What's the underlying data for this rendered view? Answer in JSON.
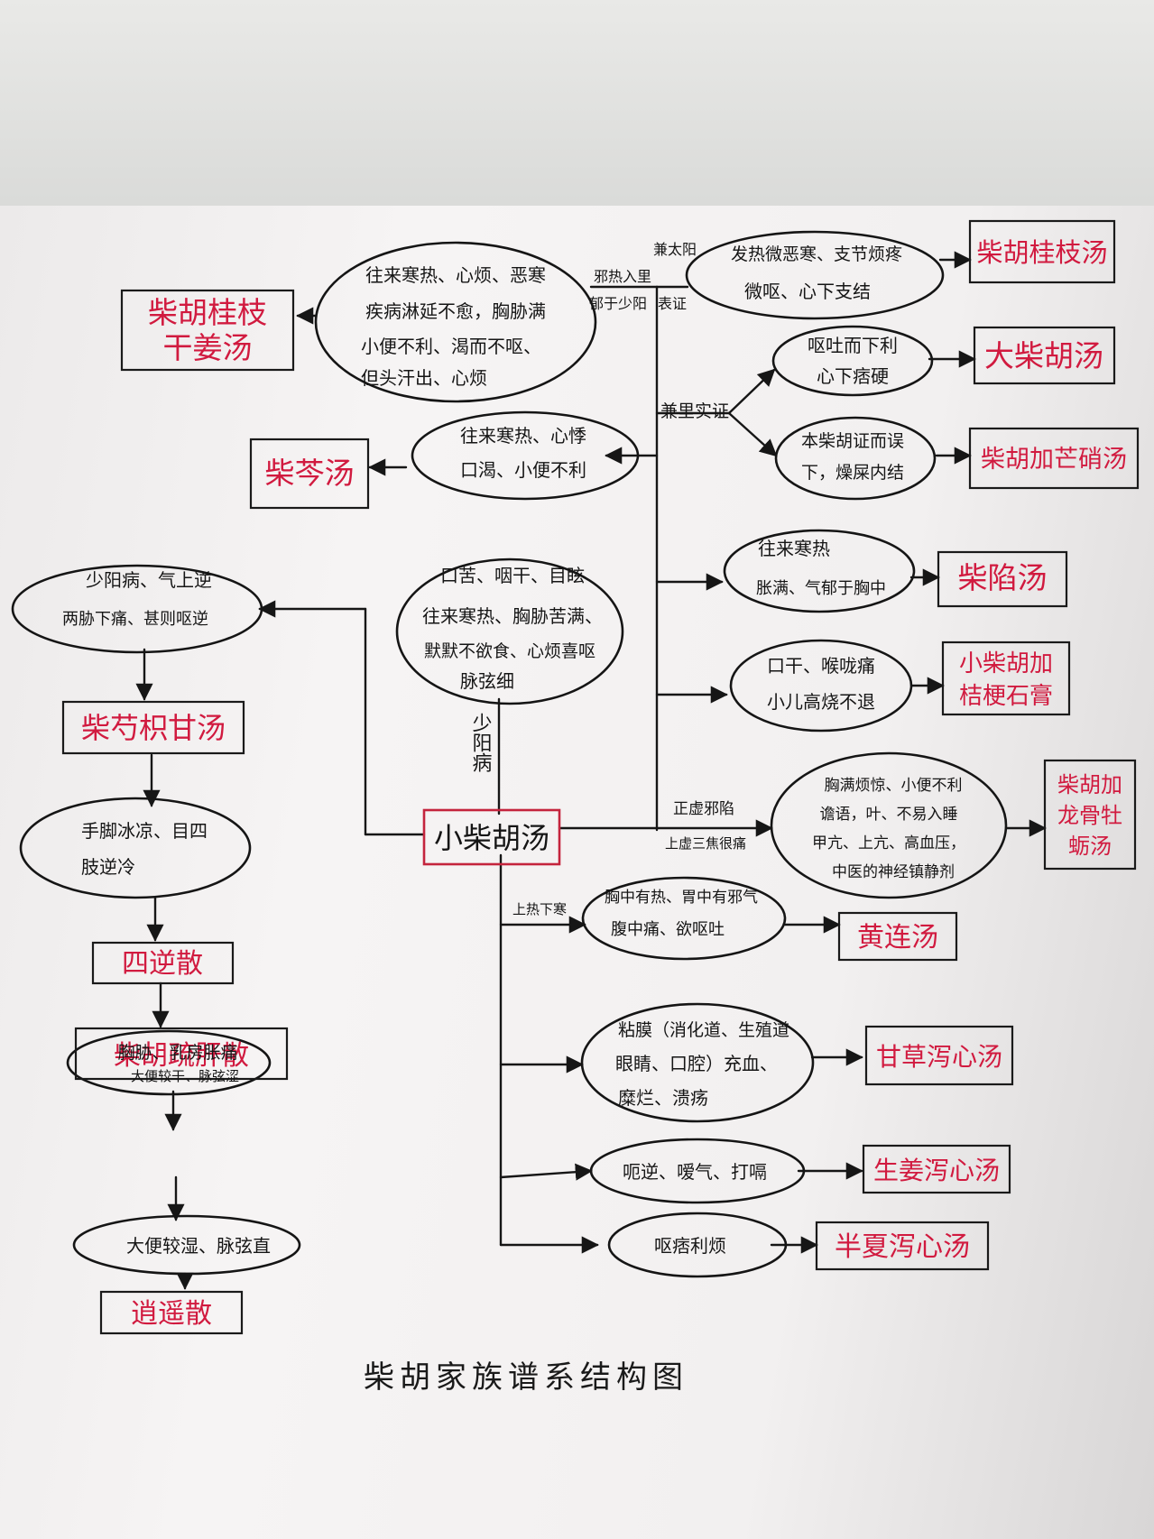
{
  "title": "柴胡家族谱系结构图",
  "center": "小柴胡汤",
  "center_symptoms": [
    "口苦、咽干、目眩",
    "往来寒热、胸胁苦满、",
    "默默不欲食、心烦喜呕",
    "脉弦细"
  ],
  "shaoyang_label": "少阳病",
  "branch_labels": {
    "biaozheng_top": "兼太阳",
    "biaozheng_a": "邪热入里",
    "biaozheng_b": "郁于少阳",
    "biaozheng_c": "表证",
    "lishi": "兼里实证",
    "zhengxu_a": "正虚邪陷",
    "zhengxu_b": "上虚三焦很痛",
    "shangre": "上热下寒"
  },
  "formulas": {
    "chaihu_guizhi_ganjiang": [
      "柴胡桂枝",
      "干姜汤"
    ],
    "chaiqin": "柴芩汤",
    "chaihu_guizhi": "柴胡桂枝汤",
    "da_chaihu": "大柴胡汤",
    "chaihu_jia_mangxiao": "柴胡加芒硝汤",
    "chai_xian": "柴陷汤",
    "jie_shigao": [
      "小柴胡加",
      "桔梗石膏"
    ],
    "chaihu_longgu": [
      "柴胡加",
      "龙骨牡",
      "蛎汤"
    ],
    "huanglian": "黄连汤",
    "gancao_xiexin": "甘草泻心汤",
    "shengjiang_xiexin": "生姜泻心汤",
    "banxia_xiexin": "半夏泻心汤",
    "chai_shao_zhi_gan": "柴芍枳甘汤",
    "sini": "四逆散",
    "chaihu_shugan": "柴胡疏肝散",
    "xiaoyao": "逍遥散"
  },
  "symptoms": {
    "guizhi_ganjiang": [
      "往来寒热、心烦、恶寒",
      "疾病淋延不愈，胸胁满",
      "小便不利、渴而不呕、",
      "但头汗出、心烦"
    ],
    "chaiqin": [
      "往来寒热、心悸",
      "口渴、小便不利"
    ],
    "guizhi": [
      "发热微恶寒、支节烦疼",
      "微呕、心下支结"
    ],
    "da_chaihu": [
      "呕吐而下利",
      "心下痞硬"
    ],
    "mangxiao": [
      "本柴胡证而误",
      "下，燥屎内结"
    ],
    "chaixian": [
      "往来寒热",
      "胀满、气郁于胸中"
    ],
    "jiegeng": [
      "口干、喉咙痛",
      "小儿高烧不退"
    ],
    "longgu": [
      "胸满烦惊、小便不利",
      "谵语，叶、不易入睡",
      "甲亢、上亢、高血压，",
      "中医的神经镇静剂"
    ],
    "huanglian": [
      "胸中有热、胃中有邪气",
      "腹中痛、欲呕吐"
    ],
    "gancao": [
      "粘膜（消化道、生殖道",
      "眼睛、口腔）充血、",
      "糜烂、溃疡"
    ],
    "shengjiang": [
      "呃逆、嗳气、打嗝"
    ],
    "banxia": [
      "呕痞利烦"
    ],
    "left1": [
      "少阳病、气上逆",
      "两胁下痛、甚则呕逆"
    ],
    "left2": [
      "手脚冰凉、目四",
      "肢逆冷"
    ],
    "left3": [
      "胸胁、乳房胀痛",
      "大便较干、脉弦涩"
    ],
    "left4": [
      "大便较湿、脉弦直"
    ]
  }
}
